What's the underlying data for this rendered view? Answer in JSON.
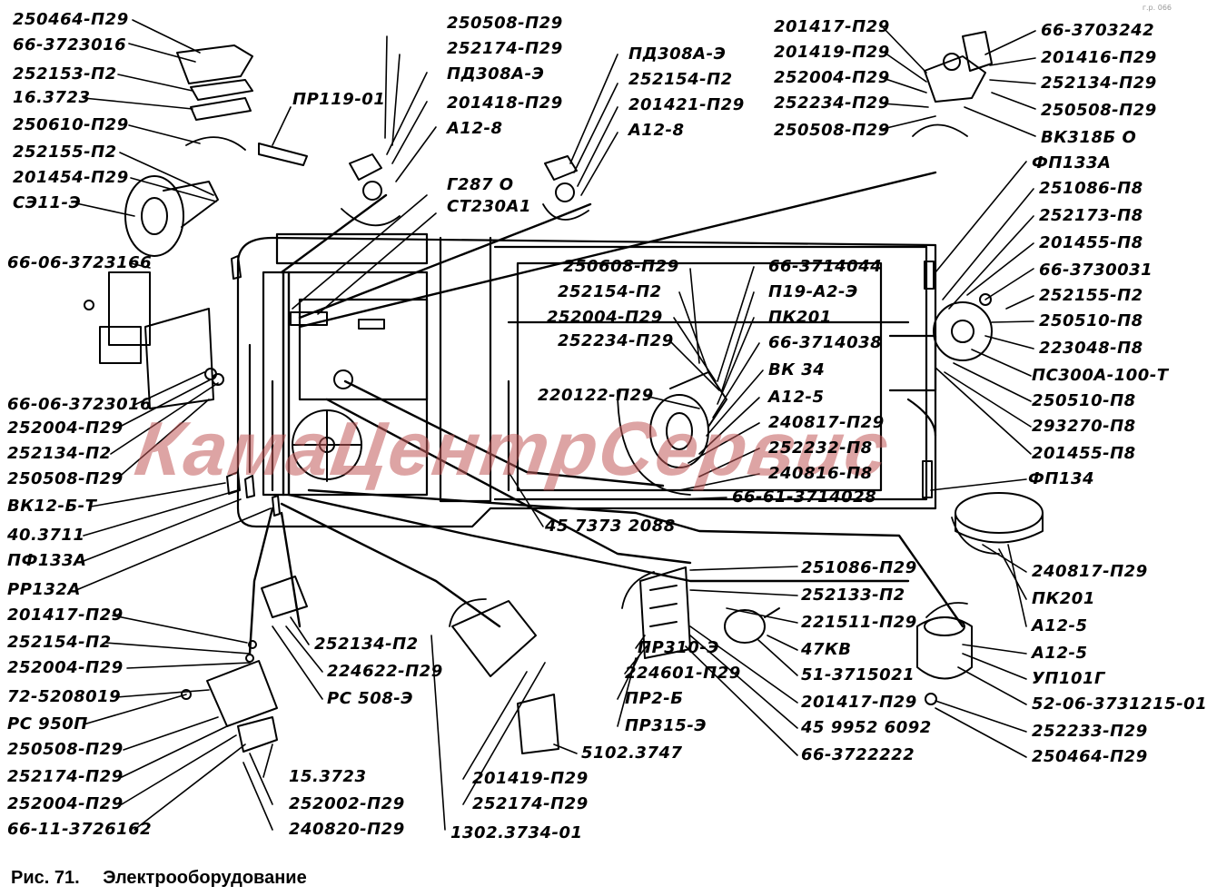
{
  "caption": {
    "figure": "Рис. 71.",
    "title": "Электрооборудование"
  },
  "watermark": "КамаЦентрСервис",
  "corner_mark": "г.р. 066",
  "colors": {
    "line": "#000000",
    "watermark": "#c25a5a",
    "background": "#ffffff"
  },
  "labels": {
    "tl": [
      "250464-П29",
      "66-3723016",
      "252153-П2",
      "16.3723",
      "250610-П29",
      "252155-П2",
      "201454-П29",
      "СЭ11-Э"
    ],
    "left_mid": [
      "66-06-3723166",
      "66-06-3723016",
      "252004-П29",
      "252134-П2",
      "250508-П29",
      "ВК12-Б-Т",
      "40.3711",
      "ПФ133А",
      "РР132А"
    ],
    "bottom_left": [
      "201417-П29",
      "252154-П2",
      "252004-П29",
      "72-5208019",
      "РС 950П",
      "250508-П29",
      "252174-П29",
      "252004-П29",
      "66-11-3726162"
    ],
    "mid_top": [
      "ПР119-01",
      "250508-П29",
      "252174-П29",
      "ПД308А-Э",
      "201418-П29",
      "А12-8",
      "Г287 О",
      "СТ230А1"
    ],
    "mid_top2": [
      "ПД308А-Э",
      "252154-П2",
      "201421-П29",
      "А12-8"
    ],
    "tr": [
      "201417-П29",
      "201419-П29",
      "252004-П29",
      "252234-П29",
      "250508-П29"
    ],
    "tr2": [
      "66-3703242",
      "201416-П29",
      "252134-П29",
      "250508-П29",
      "ВК318Б О"
    ],
    "right": [
      "ФП133А",
      "251086-П8",
      "252173-П8",
      "201455-П8",
      "66-3730031",
      "252155-П2",
      "250510-П8",
      "223048-П8",
      "ПС300А-100-Т",
      "250510-П8",
      "293270-П8",
      "201455-П8",
      "ФП134"
    ],
    "center": [
      "250608-П29",
      "252154-П2",
      "252004-П29",
      "252234-П29",
      "220122-П29"
    ],
    "center_r": [
      "66-3714044",
      "П19-А2-Э",
      "ПК201",
      "66-3714038",
      "ВК 34",
      "А12-5",
      "240817-П29",
      "252232-П8",
      "240816-П8",
      "66-61-3714028"
    ],
    "center_bottom": "45 7373 2088",
    "bottom_center_r": [
      "251086-П29",
      "252133-П2",
      "221511-П29",
      "47КВ",
      "51-3715021",
      "201417-П29",
      "45 9952 6092",
      "66-3722222"
    ],
    "bottom_center_l": [
      "ПР310-Э",
      "224601-П29",
      "ПР2-Б",
      "ПР315-Э"
    ],
    "bottom_mid": [
      "252134-П2",
      "224622-П29",
      "РС 508-Э"
    ],
    "bottom_left2": [
      "15.3723",
      "252002-П29",
      "240820-П29"
    ],
    "bottom_bb": [
      "5102.3747",
      "201419-П29",
      "252174-П29",
      "1302.3734-01"
    ],
    "bottom_right": [
      "240817-П29",
      "ПК201",
      "А12-5",
      "А12-5",
      "УП101Г",
      "52-06-3731215-01",
      "252233-П29",
      "250464-П29"
    ]
  }
}
